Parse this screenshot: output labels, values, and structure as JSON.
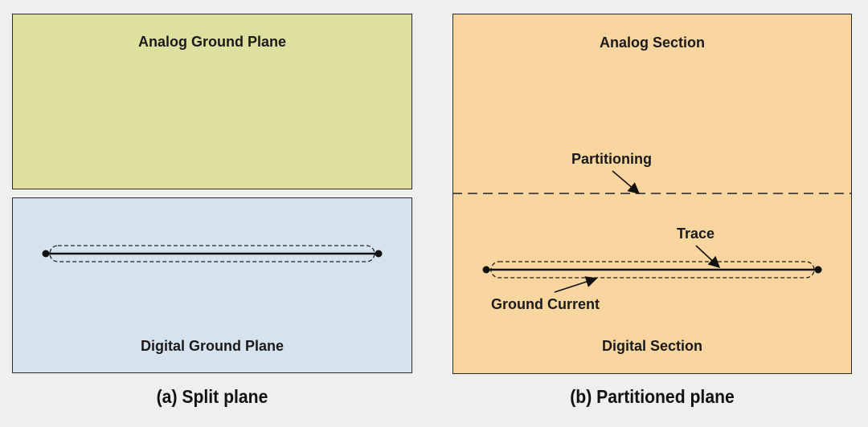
{
  "split_plane": {
    "analog_label": "Analog Ground Plane",
    "digital_label": "Digital Ground Plane",
    "caption": "(a) Split plane",
    "colors": {
      "analog_fill": "#dde09f",
      "digital_fill": "#d6e3ef"
    }
  },
  "partitioned_plane": {
    "analog_label": "Analog Section",
    "digital_label": "Digital Section",
    "partition_label": "Partitioning",
    "trace_label": "Trace",
    "current_label": "Ground Current",
    "caption": "(b) Partitioned plane",
    "colors": {
      "fill": "#f9d5a0"
    }
  }
}
